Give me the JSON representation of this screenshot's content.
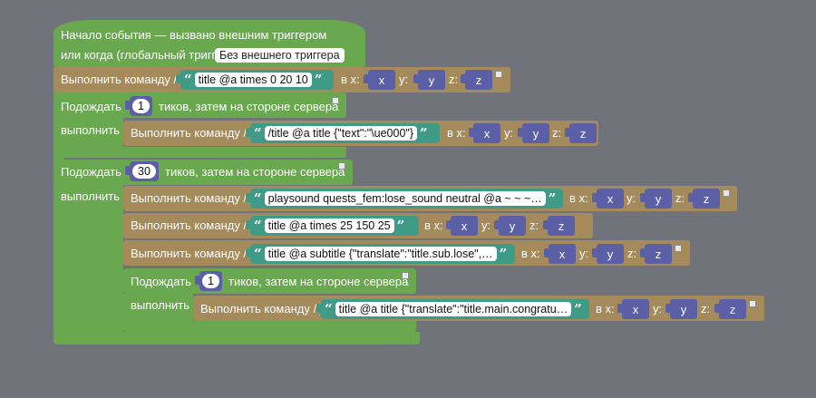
{
  "event": {
    "line1": "Начало события — вызвано внешним триггером",
    "line2": "или когда (глобальный триггер):",
    "trigger_value": "Без внешнего триггера"
  },
  "cmd_label": "Выполнить команду /",
  "at_label": "в x:",
  "y_label": "y:",
  "z_label": "z:",
  "var_x": "x",
  "var_y": "y",
  "var_z": "z",
  "wait_label": "Подождать",
  "wait_suffix": "тиков, затем на стороне сервера",
  "do_label": "выполнить",
  "commands": {
    "c1": "title @a times 0 20 10",
    "c2": "/title @a title {\"text\":\"\\ue000\"}",
    "c3": "playsound quests_fem:lose_sound neutral @a ~ ~ ~…",
    "c4": "title @a times 25 150 25",
    "c5": "title @a subtitle {\"translate\":\"title.sub.lose\",…",
    "c6": "title @a title {\"translate\":\"title.main.congratu…"
  },
  "ticks": {
    "w1": "1",
    "w2": "30",
    "w3": "1"
  }
}
